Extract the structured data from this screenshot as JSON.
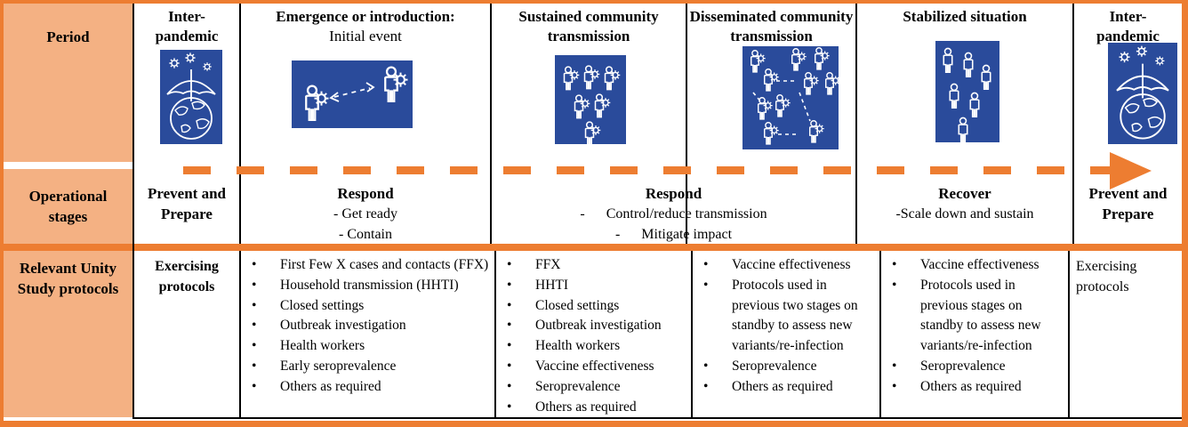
{
  "colors": {
    "border_orange": "#ED7D31",
    "header_fill_orange": "#F4B183",
    "icon_blue": "#2A4B9B",
    "grid_black": "#000000"
  },
  "header_column": {
    "period_label": "Period",
    "stages_label": "Operational stages",
    "protocols_label": "Relevant Unity Study protocols"
  },
  "timeline_arrow": {
    "style": "dashed",
    "color": "#ED7D31",
    "direction": "right"
  },
  "periods": [
    {
      "line1": "Inter-",
      "line2": "pandemic",
      "icon": "umbrella-globe-virus-icon"
    },
    {
      "line1": "Emergence or introduction:",
      "line2": "Initial event",
      "icon": "person-to-person-transmission-icon"
    },
    {
      "line1": "Sustained community",
      "line2": "transmission",
      "icon": "community-cluster-virus-icon"
    },
    {
      "line1": "Disseminated community",
      "line2": "transmission",
      "icon": "dispersed-clusters-virus-icon"
    },
    {
      "line1": "Stabilized situation",
      "icon": "population-icon"
    },
    {
      "line1": "Inter-",
      "line2": "pandemic",
      "icon": "umbrella-globe-virus-icon"
    }
  ],
  "stages": [
    {
      "bold": [
        "Prevent and",
        "Prepare"
      ],
      "sub": []
    },
    {
      "bold": [
        "Respond"
      ],
      "sub": [
        "- Get ready",
        "- Contain"
      ]
    },
    {
      "bold": [
        "Respond"
      ],
      "sub": [
        "-      Control/reduce transmission",
        "-      Mitigate impact"
      ]
    },
    {
      "bold": [
        "Recover"
      ],
      "sub": [
        "-Scale down and sustain"
      ]
    },
    {
      "bold": [
        "Prevent and",
        "Prepare"
      ],
      "sub": []
    }
  ],
  "protocols": {
    "col1": "Exercising protocols",
    "col2": [
      "First Few X cases and contacts (FFX)",
      "Household transmission (HHTI)",
      "Closed settings",
      "Outbreak investigation",
      "Health workers",
      "Early seroprevalence",
      "Others as required"
    ],
    "col3": [
      "FFX",
      "HHTI",
      "Closed settings",
      "Outbreak investigation",
      "Health workers",
      "Vaccine effectiveness",
      "Seroprevalence",
      "Others as required"
    ],
    "col4": [
      "Vaccine effectiveness",
      "Protocols used in previous two stages on standby to assess new variants/re-infection",
      "Seroprevalence",
      "Others as required"
    ],
    "col5": [
      "Vaccine effectiveness",
      "Protocols used in previous stages on standby to assess new variants/re-infection",
      "Seroprevalence",
      "Others as required"
    ],
    "col6": "Exercising protocols"
  }
}
